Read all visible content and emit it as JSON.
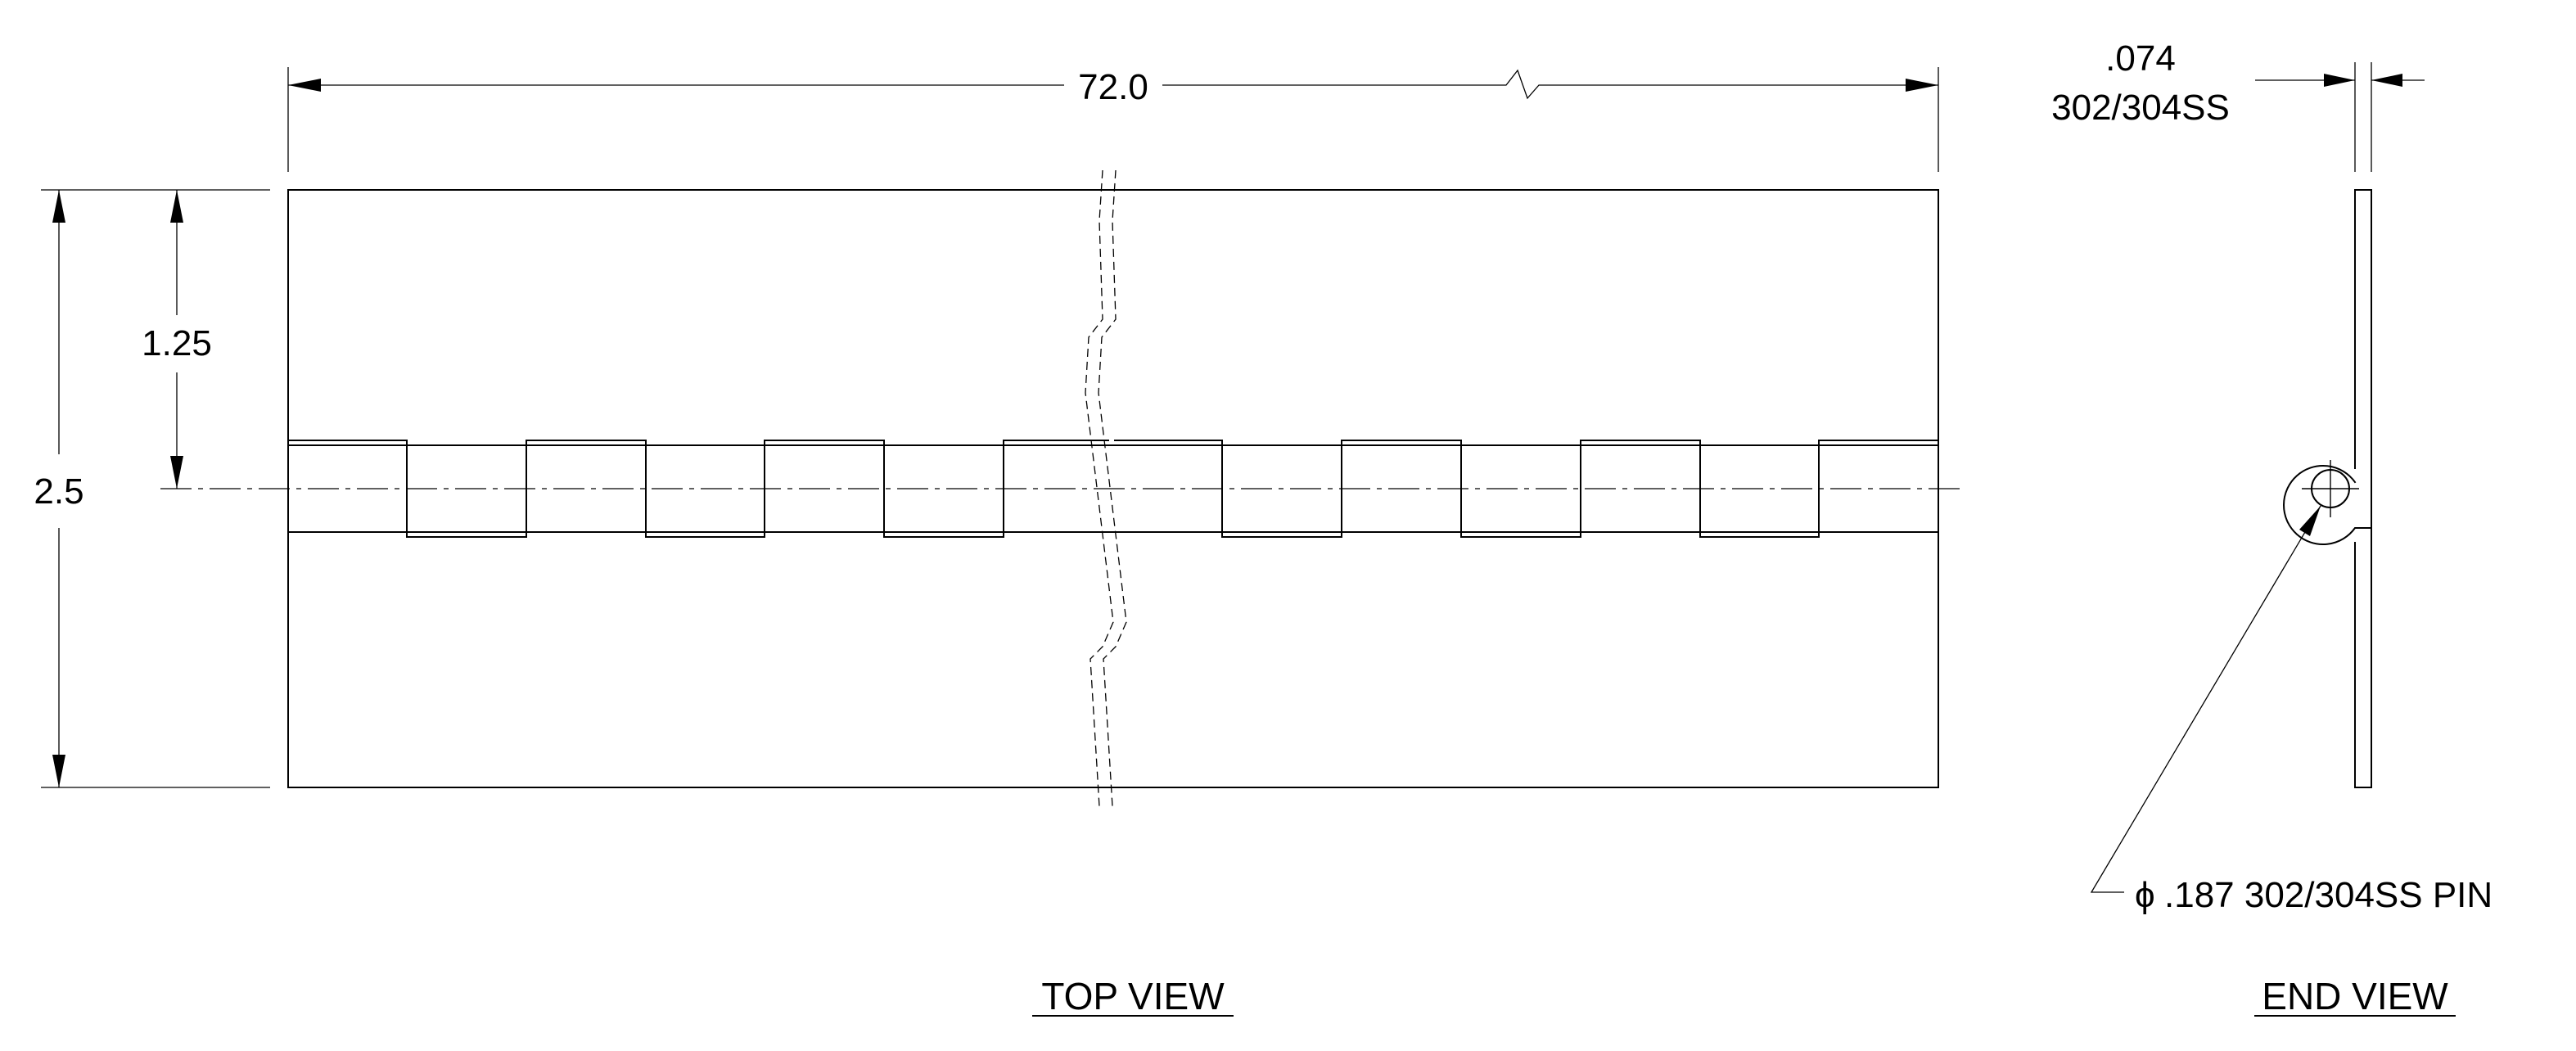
{
  "views": {
    "top": {
      "title": "TOP VIEW"
    },
    "end": {
      "title": "END VIEW"
    }
  },
  "dimensions": {
    "length": "72.0",
    "width": "2.5",
    "half_width": "1.25",
    "thickness": ".074",
    "thickness_material": "302/304SS",
    "pin_symbol": "ϕ",
    "pin_callout": ".187 302/304SS PIN"
  }
}
